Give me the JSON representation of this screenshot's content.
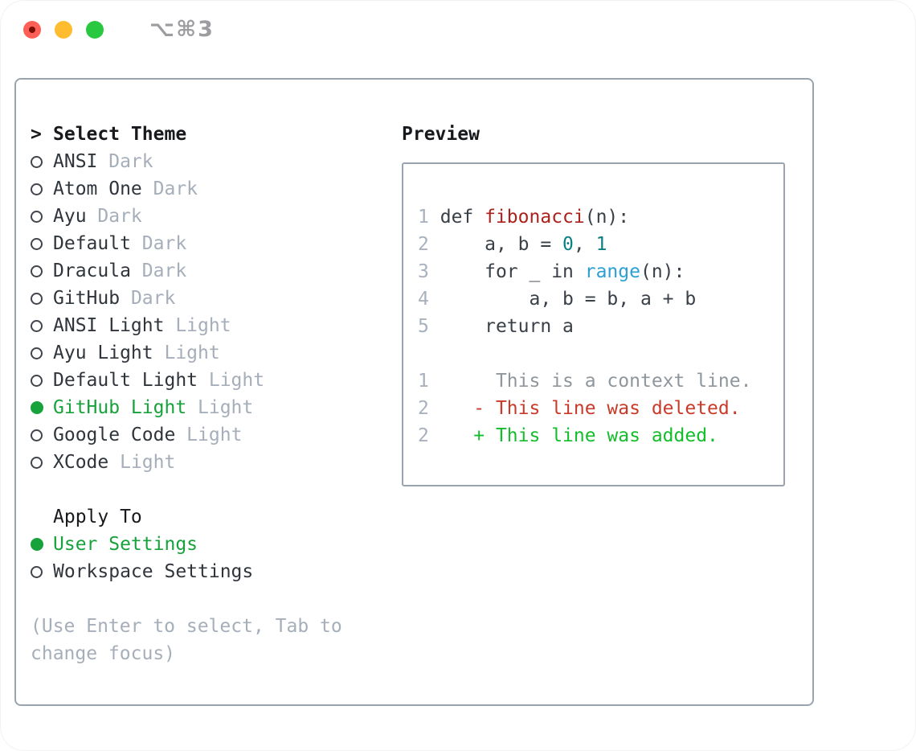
{
  "window": {
    "title": "⌥⌘3",
    "traffic_lights": [
      {
        "name": "close",
        "color": "#ff5f57"
      },
      {
        "name": "minimize",
        "color": "#febc2e"
      },
      {
        "name": "zoom",
        "color": "#28c840"
      }
    ]
  },
  "theme_picker": {
    "title_prefix": ">",
    "title": "Select Theme",
    "themes": [
      {
        "name": "ANSI",
        "variant": "Dark",
        "selected": false
      },
      {
        "name": "Atom One",
        "variant": "Dark",
        "selected": false
      },
      {
        "name": "Ayu",
        "variant": "Dark",
        "selected": false
      },
      {
        "name": "Default",
        "variant": "Dark",
        "selected": false
      },
      {
        "name": "Dracula",
        "variant": "Dark",
        "selected": false
      },
      {
        "name": "GitHub",
        "variant": "Dark",
        "selected": false
      },
      {
        "name": "ANSI Light",
        "variant": "Light",
        "selected": false
      },
      {
        "name": "Ayu Light",
        "variant": "Light",
        "selected": false
      },
      {
        "name": "Default Light",
        "variant": "Light",
        "selected": false
      },
      {
        "name": "GitHub Light",
        "variant": "Light",
        "selected": true
      },
      {
        "name": "Google Code",
        "variant": "Light",
        "selected": false
      },
      {
        "name": "XCode",
        "variant": "Light",
        "selected": false
      }
    ],
    "apply_to": {
      "title": "Apply To",
      "options": [
        {
          "name": "User Settings",
          "selected": true
        },
        {
          "name": "Workspace Settings",
          "selected": false
        }
      ]
    },
    "hint": "(Use Enter to select, Tab to change focus)"
  },
  "preview": {
    "title": "Preview",
    "lines": [
      {
        "num": "1",
        "segs": [
          {
            "t": "def "
          },
          {
            "t": "fibonacci",
            "c": "fn"
          },
          {
            "t": "(n):"
          }
        ]
      },
      {
        "num": "2",
        "segs": [
          {
            "t": "    a, b = "
          },
          {
            "t": "0",
            "c": "num"
          },
          {
            "t": ", "
          },
          {
            "t": "1",
            "c": "num"
          }
        ]
      },
      {
        "num": "3",
        "segs": [
          {
            "t": "    for _ in "
          },
          {
            "t": "range",
            "c": "builtin"
          },
          {
            "t": "(n):"
          }
        ]
      },
      {
        "num": "4",
        "segs": [
          {
            "t": "        a, b = b, a + b"
          }
        ]
      },
      {
        "num": "5",
        "segs": [
          {
            "t": "    return a"
          }
        ]
      },
      {
        "num": "",
        "segs": []
      },
      {
        "num": "1",
        "segs": [
          {
            "t": "     This is a context line.",
            "c": "ctx"
          }
        ]
      },
      {
        "num": "2",
        "segs": [
          {
            "t": "   - This line was deleted.",
            "c": "del"
          }
        ]
      },
      {
        "num": "2",
        "segs": [
          {
            "t": "   + This line was added.",
            "c": "add"
          }
        ]
      }
    ]
  },
  "colors": {
    "accent_green": "#17a23b",
    "diff_added_green": "#14bd2b",
    "diff_deleted_red": "#c93a29",
    "function_red": "#ad211d",
    "builtin_blue": "#2d9fd6",
    "number_teal": "#0c7f86",
    "muted_gray": "#a6aeba",
    "context_gray": "#8f969c",
    "panel_border_gray": "#9aa3b0"
  }
}
